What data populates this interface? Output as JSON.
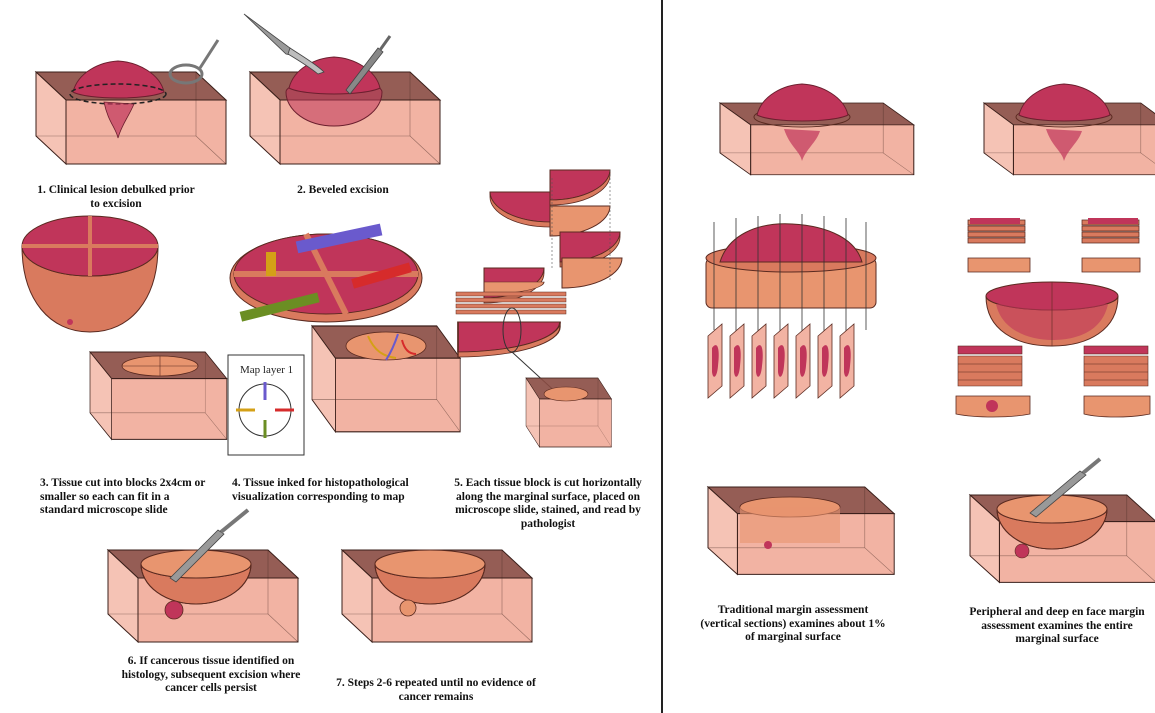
{
  "left_panel": {
    "steps": [
      {
        "text": "1. Clinical lesion debulked prior to excision"
      },
      {
        "text": "2. Beveled excision"
      },
      {
        "text": "3. Tissue cut into blocks 2x4cm or smaller so each can fit in a standard microscope slide"
      },
      {
        "text": "4. Tissue inked for histopathological visualization corresponding to map"
      },
      {
        "text": "5. Each tissue block is cut horizontally along the marginal surface, placed on microscope slide, stained, and read by pathologist"
      },
      {
        "text": "6. If cancerous tissue identified on histology, subsequent excision where cancer cells persist"
      },
      {
        "text": "7. Steps 2-6 repeated until no evidence of cancer remains"
      }
    ],
    "map_label": "Map layer 1",
    "ink_colors": [
      "#6a5acd",
      "#d62b2b",
      "#6b8e23",
      "#d4a017"
    ]
  },
  "right_panel": {
    "captions": [
      {
        "text": "Traditional margin assessment (vertical sections) examines about 1% of marginal surface"
      },
      {
        "text": "Peripheral and deep en face margin assessment examines the entire marginal surface"
      }
    ]
  },
  "colors": {
    "skin_top": "#8a4b42",
    "skin_side": "#f2b3a3",
    "lesion": "#c0355a",
    "specimen": "#d97a5e",
    "divider": "#222222"
  }
}
